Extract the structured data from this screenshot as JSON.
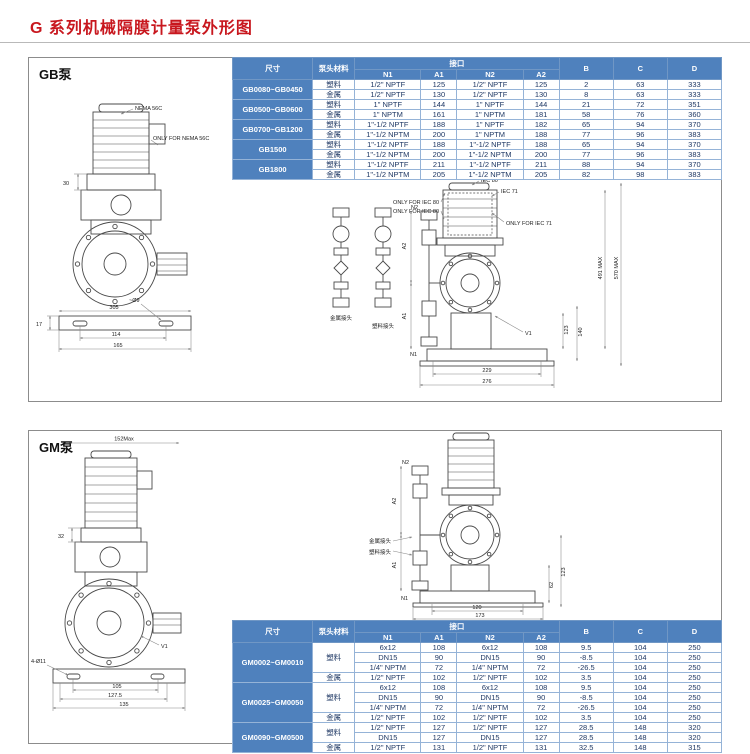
{
  "page": {
    "title": "G 系列机械隔膜计量泵外形图"
  },
  "colors": {
    "accent_red": "#c8171e",
    "table_blue": "#4f81bd",
    "grid_blue": "#95b3d7",
    "text_blue": "#1f3864"
  },
  "gb": {
    "label": "GB泵",
    "table": {
      "headers": {
        "size": "尺寸",
        "material": "泵头材料",
        "interface": "接口",
        "n1": "N1",
        "a1": "A1",
        "n2": "N2",
        "a2": "A2",
        "b": "B",
        "c": "C",
        "d": "D"
      },
      "rows": [
        {
          "model": "GB0080~GB0450",
          "model_span": 2,
          "material": "塑料",
          "cells": [
            "1/2\" NPTF",
            "125",
            "1/2\" NPTF",
            "125",
            "2",
            "63",
            "333"
          ]
        },
        {
          "material": "金属",
          "cells": [
            "1/2\" NPTF",
            "130",
            "1/2\" NPTF",
            "130",
            "8",
            "63",
            "333"
          ]
        },
        {
          "model": "GB0500~GB0600",
          "model_span": 2,
          "material": "塑料",
          "cells": [
            "1\" NPTF",
            "144",
            "1\" NPTF",
            "144",
            "21",
            "72",
            "351"
          ]
        },
        {
          "material": "金属",
          "cells": [
            "1\" NPTM",
            "161",
            "1\" NPTM",
            "181",
            "58",
            "76",
            "360"
          ]
        },
        {
          "model": "GB0700~GB1200",
          "model_span": 2,
          "material": "塑料",
          "cells": [
            "1\"-1/2 NPTF",
            "188",
            "1\" NPTF",
            "182",
            "65",
            "94",
            "370"
          ]
        },
        {
          "material": "金属",
          "cells": [
            "1\"-1/2 NPTM",
            "200",
            "1\" NPTM",
            "188",
            "77",
            "96",
            "383"
          ]
        },
        {
          "model": "GB1500",
          "model_span": 2,
          "material": "塑料",
          "cells": [
            "1\"-1/2 NPTF",
            "188",
            "1\"-1/2 NPTF",
            "188",
            "65",
            "94",
            "370"
          ]
        },
        {
          "material": "金属",
          "cells": [
            "1\"-1/2 NPTM",
            "200",
            "1\"-1/2 NPTM",
            "200",
            "77",
            "96",
            "383"
          ]
        },
        {
          "model": "GB1800",
          "model_span": 2,
          "material": "塑料",
          "cells": [
            "1\"-1/2 NPTF",
            "211",
            "1\"-1/2 NPTF",
            "211",
            "88",
            "94",
            "370"
          ]
        },
        {
          "material": "金属",
          "cells": [
            "1\"-1/2 NPTM",
            "205",
            "1\"-1/2 NPTM",
            "205",
            "82",
            "98",
            "383"
          ]
        }
      ]
    },
    "drawing": {
      "side": {
        "nema": "NEMA 56C",
        "only_nema": "ONLY FOR NEMA 56C",
        "d30": "30",
        "d17": "17",
        "d305": "305",
        "d114": "114",
        "d165": "165",
        "hole": "~Ø9"
      },
      "front": {
        "iec80": "IEC 80",
        "iec71": "IEC 71",
        "only_iec80_1": "ONLY FOR IEC 80",
        "only_iec80_2": "ONLY FOR IEC 80",
        "only_iec71": "ONLY FOR IEC 71",
        "n1": "N1",
        "n2": "N2",
        "a1": "A1",
        "a2": "A2",
        "v1": "V1",
        "d229": "229",
        "d276": "276",
        "d123": "123",
        "d140": "140",
        "max491": "491 MAX",
        "max570": "570 MAX"
      },
      "detail": {
        "metal": "金属接头",
        "plastic": "塑料接头"
      }
    }
  },
  "gm": {
    "label": "GM泵",
    "table": {
      "headers": {
        "size": "尺寸",
        "material": "泵头材料",
        "interface": "接口",
        "n1": "N1",
        "a1": "A1",
        "n2": "N2",
        "a2": "A2",
        "b": "B",
        "c": "C",
        "d": "D"
      },
      "rows": [
        {
          "model": "GM0002~GM0010",
          "model_span": 4,
          "material": "塑料",
          "material_span": 3,
          "cells": [
            "6x12",
            "108",
            "6x12",
            "108",
            "9.5",
            "104",
            "250"
          ]
        },
        {
          "cells": [
            "DN15",
            "90",
            "DN15",
            "90",
            "-8.5",
            "104",
            "250"
          ]
        },
        {
          "cells": [
            "1/4\" NPTM",
            "72",
            "1/4\" NPTM",
            "72",
            "-26.5",
            "104",
            "250"
          ]
        },
        {
          "material": "金属",
          "cells": [
            "1/2\" NPTF",
            "102",
            "1/2\" NPTF",
            "102",
            "3.5",
            "104",
            "250"
          ]
        },
        {
          "model": "GM0025~GM0050",
          "model_span": 4,
          "material": "塑料",
          "material_span": 3,
          "cells": [
            "6x12",
            "108",
            "6x12",
            "108",
            "9.5",
            "104",
            "250"
          ]
        },
        {
          "cells": [
            "DN15",
            "90",
            "DN15",
            "90",
            "-8.5",
            "104",
            "250"
          ]
        },
        {
          "cells": [
            "1/4\" NPTM",
            "72",
            "1/4\" NPTM",
            "72",
            "-26.5",
            "104",
            "250"
          ]
        },
        {
          "material": "金属",
          "cells": [
            "1/2\" NPTF",
            "102",
            "1/2\" NPTF",
            "102",
            "3.5",
            "104",
            "250"
          ]
        },
        {
          "model": "GM0090~GM0500",
          "model_span": 3,
          "material": "塑料",
          "material_span": 2,
          "cells": [
            "1/2\" NPTF",
            "127",
            "1/2\" NPTF",
            "127",
            "28.5",
            "148",
            "320"
          ]
        },
        {
          "cells": [
            "DN15",
            "127",
            "DN15",
            "127",
            "28.5",
            "148",
            "320"
          ]
        },
        {
          "material": "金属",
          "cells": [
            "1/2\" NPTF",
            "131",
            "1/2\" NPTF",
            "131",
            "32.5",
            "148",
            "315"
          ]
        }
      ]
    },
    "drawing": {
      "side": {
        "max152": "152Max",
        "d32": "32",
        "v1": "V1",
        "d105": "105",
        "d127_5": "127.5",
        "holes": "4-Ø11",
        "d135": "135"
      },
      "front": {
        "n1": "N1",
        "n2": "N2",
        "a1": "A1",
        "a2": "A2",
        "metal": "金属接头",
        "plastic": "塑料接头",
        "d120": "120",
        "d173": "173",
        "d62": "62",
        "d123": "123"
      }
    }
  }
}
